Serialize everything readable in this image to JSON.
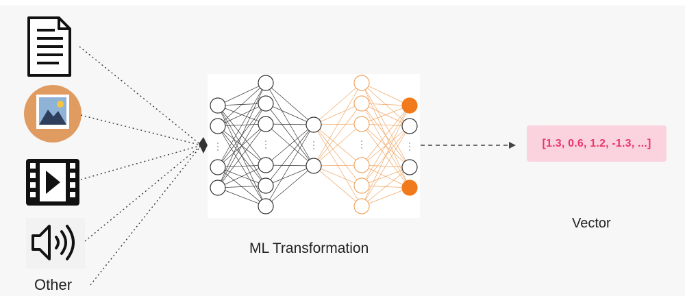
{
  "inputs": {
    "other_label": "Other",
    "icons": [
      "document-icon",
      "image-icon",
      "video-icon",
      "audio-icon"
    ]
  },
  "model": {
    "label": "ML Transformation"
  },
  "output": {
    "vector_text": "[1.3, 0.6, 1.2, -1.3, ...]",
    "vector_label": "Vector"
  },
  "colors": {
    "network_dark": "#333333",
    "network_orange": "#f0a664",
    "output_node": "#f07a1c",
    "vector_bg": "#fbd3df",
    "vector_text": "#e8356a",
    "image_tile": "#e09b61"
  }
}
